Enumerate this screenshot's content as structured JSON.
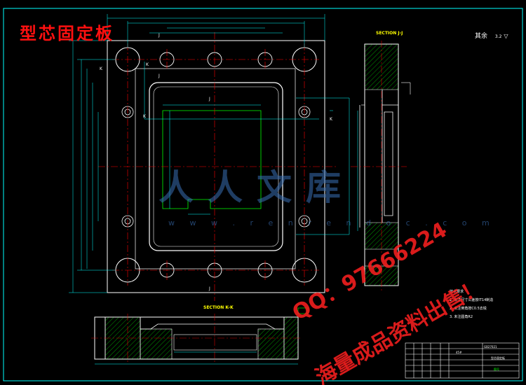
{
  "drawing": {
    "title": "型芯固定板",
    "section_jj_label": "SECTION J-J",
    "section_kk_label": "SECTION K-K",
    "roughness": "其余",
    "roughness_value": "3.2"
  },
  "notes": {
    "heading": "技术要求",
    "items": [
      "1. 未注尺寸公差按IT14制造",
      "2. 未注倒角按C0.5去锐",
      "3. 未注圆角R2"
    ]
  },
  "title_block": {
    "part_name": "型芯固定板",
    "material": "45#",
    "drawing_no": "GB27021",
    "sheet": "图号"
  },
  "watermark": {
    "logo": "人人文库",
    "url": "w w w . r e n r e n d o c . c o m",
    "qq": "QQ：97666224",
    "sale": "海量成品资料出售！"
  },
  "colors": {
    "frame": "#00ffff",
    "outline": "#ffffff",
    "center": "#ff0000",
    "dim": "#00ffff",
    "hatch": "#00ff00",
    "title": "#ff1010"
  }
}
